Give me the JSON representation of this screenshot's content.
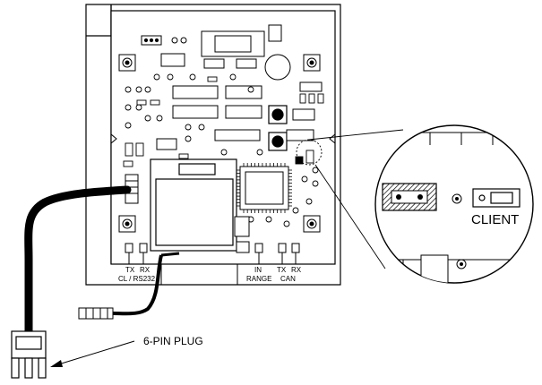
{
  "labels": {
    "plug_callout": "6-PIN PLUG",
    "client": "CLIENT",
    "tx_left": "TX",
    "rx_left": "RX",
    "cl_rs232": "CL / RS232",
    "in": "IN",
    "range": "RANGE",
    "tx_right": "TX",
    "rx_right": "RX",
    "can": "CAN"
  },
  "colors": {
    "line": "#000000",
    "background": "#ffffff",
    "hatch": "#000000"
  }
}
